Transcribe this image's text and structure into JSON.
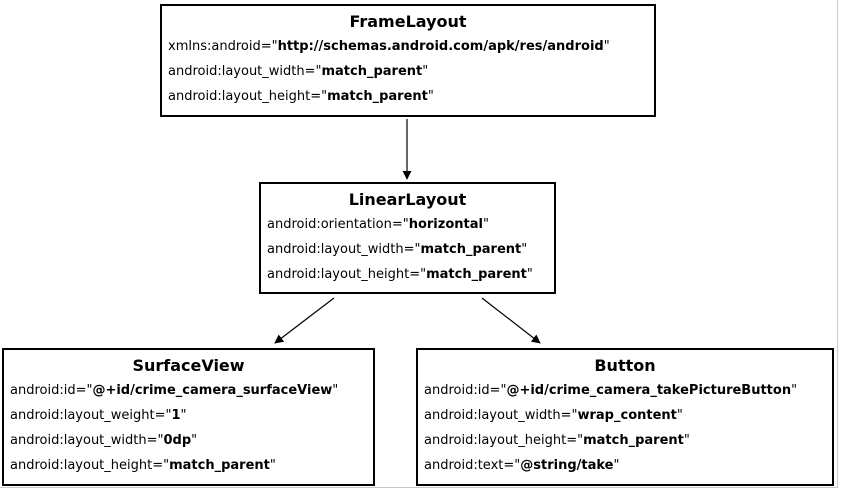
{
  "nodes": {
    "framelayout": {
      "title": "FrameLayout",
      "attrs": [
        {
          "key": "xmlns:android",
          "value": "http://schemas.android.com/apk/res/android"
        },
        {
          "key": "android:layout_width",
          "value": "match_parent"
        },
        {
          "key": "android:layout_height",
          "value": "match_parent"
        }
      ]
    },
    "linearlayout": {
      "title": "LinearLayout",
      "attrs": [
        {
          "key": "android:orientation",
          "value": "horizontal"
        },
        {
          "key": "android:layout_width",
          "value": "match_parent"
        },
        {
          "key": "android:layout_height",
          "value": "match_parent"
        }
      ]
    },
    "surfaceview": {
      "title": "SurfaceView",
      "attrs": [
        {
          "key": "android:id",
          "value": "@+id/crime_camera_surfaceView"
        },
        {
          "key": "android:layout_weight",
          "value": "1"
        },
        {
          "key": "android:layout_width",
          "value": "0dp"
        },
        {
          "key": "android:layout_height",
          "value": "match_parent"
        }
      ]
    },
    "button": {
      "title": "Button",
      "attrs": [
        {
          "key": "android:id",
          "value": "@+id/crime_camera_takePictureButton"
        },
        {
          "key": "android:layout_width",
          "value": "wrap_content"
        },
        {
          "key": "android:layout_height",
          "value": "match_parent"
        },
        {
          "key": "android:text",
          "value": "@string/take"
        }
      ]
    }
  },
  "edges": [
    {
      "from": "FrameLayout",
      "to": "LinearLayout"
    },
    {
      "from": "LinearLayout",
      "to": "SurfaceView"
    },
    {
      "from": "LinearLayout",
      "to": "Button"
    }
  ]
}
